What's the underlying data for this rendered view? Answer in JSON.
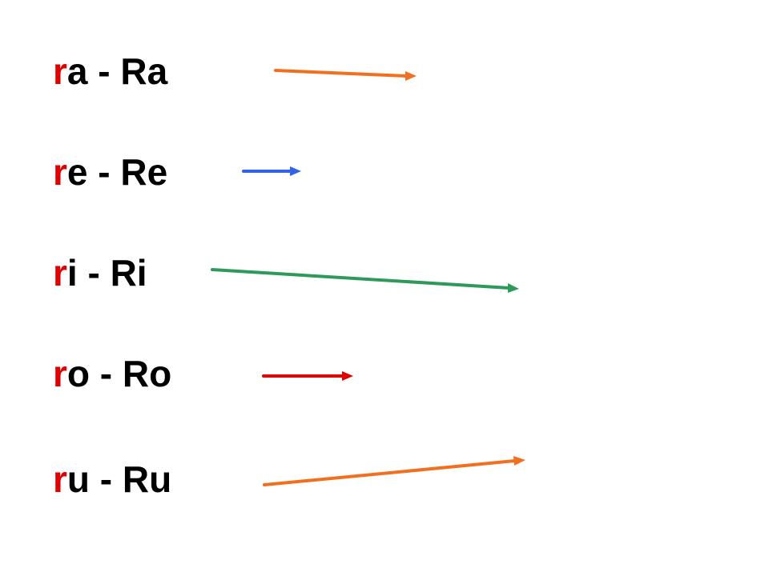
{
  "syllables": [
    {
      "lead": "r",
      "rest": "a - Ra",
      "arrow_color": "#f07020"
    },
    {
      "lead": "r",
      "rest": "e - Re",
      "arrow_color": "#2f63e8"
    },
    {
      "lead": "r",
      "rest": "i - Ri",
      "arrow_color": "#2e9a5a"
    },
    {
      "lead": "r",
      "rest": "o - Ro",
      "arrow_color": "#e00000"
    },
    {
      "lead": "r",
      "rest": "u - Ru",
      "arrow_color": "#f07020"
    }
  ],
  "lead_color": "#e00000",
  "text_color": "#000000"
}
